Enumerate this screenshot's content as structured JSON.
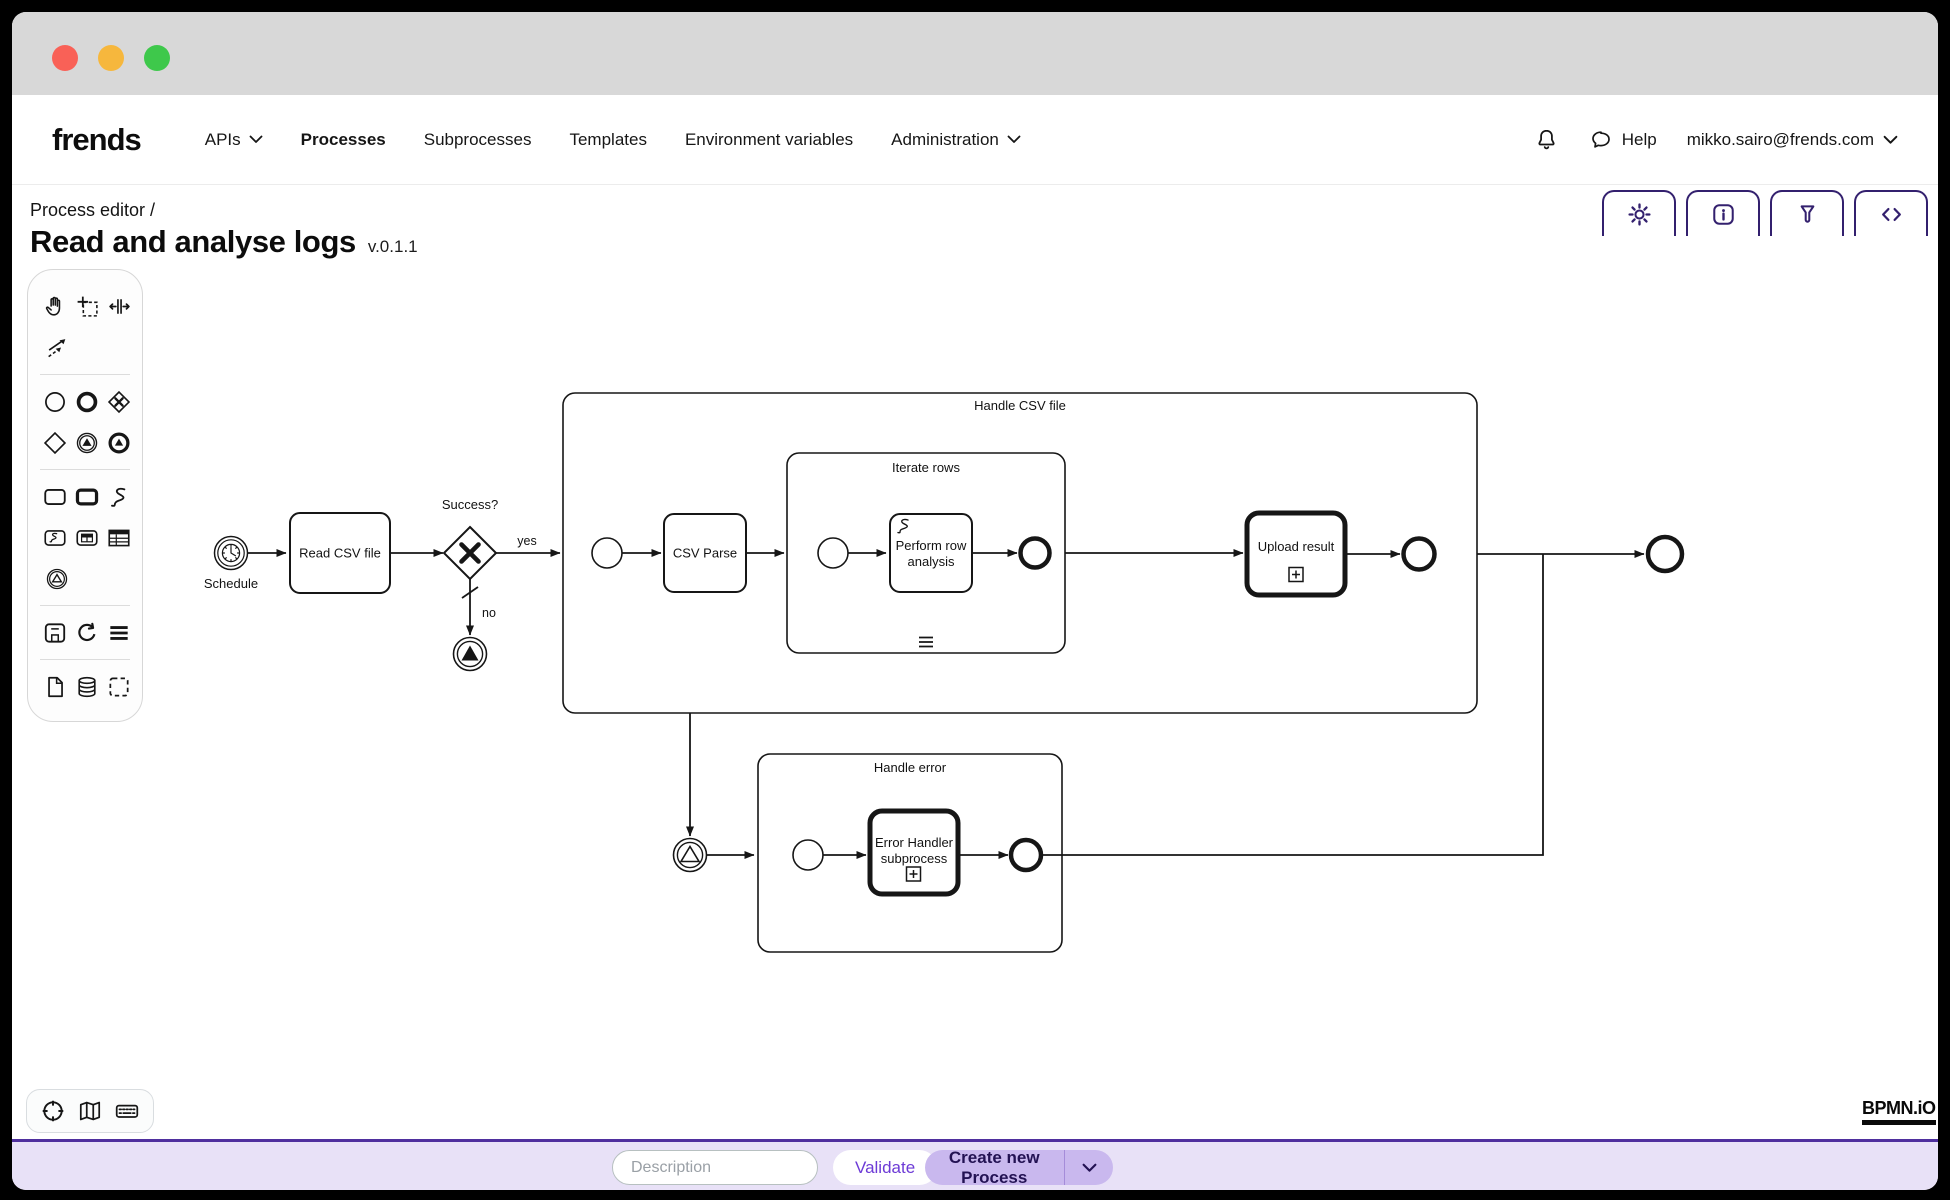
{
  "window": {
    "traffic_lights": [
      "close",
      "minimize",
      "maximize"
    ]
  },
  "nav": {
    "brand": "frends",
    "items": [
      {
        "label": "APIs",
        "has_dropdown": true,
        "active": false
      },
      {
        "label": "Processes",
        "has_dropdown": false,
        "active": true
      },
      {
        "label": "Subprocesses",
        "has_dropdown": false,
        "active": false
      },
      {
        "label": "Templates",
        "has_dropdown": false,
        "active": false
      },
      {
        "label": "Environment variables",
        "has_dropdown": false,
        "active": false
      },
      {
        "label": "Administration",
        "has_dropdown": true,
        "active": false
      }
    ],
    "help_label": "Help",
    "user_email": "mikko.sairo@frends.com",
    "icons": [
      "bell-icon",
      "chat-bubble-icon",
      "chevron-down-icon"
    ]
  },
  "header": {
    "breadcrumb": "Process editor /",
    "title": "Read and analyse logs",
    "version": "v.0.1.1"
  },
  "editor_tabs": [
    {
      "name": "settings",
      "icon": "gear-icon"
    },
    {
      "name": "info",
      "icon": "info-icon"
    },
    {
      "name": "test",
      "icon": "test-flask-icon"
    },
    {
      "name": "code",
      "icon": "code-icon"
    }
  ],
  "palette": {
    "groups": [
      {
        "icons": [
          "hand-tool-icon",
          "lasso-tool-icon",
          "space-tool-icon",
          "connect-tool-icon"
        ]
      },
      {
        "icons": [
          "start-event-icon",
          "end-event-icon",
          "exclusive-gateway-icon",
          "gateway-icon",
          "signal-throw-event-icon",
          "signal-end-event-icon"
        ]
      },
      {
        "icons": [
          "task-icon",
          "call-activity-icon",
          "script-icon",
          "script-task-icon",
          "decision-table-icon",
          "table-icon",
          "signal-catch-event-icon"
        ]
      },
      {
        "icons": [
          "save-icon",
          "undo-icon",
          "menu-icon"
        ]
      },
      {
        "icons": [
          "file-icon",
          "database-icon",
          "select-area-icon"
        ]
      }
    ]
  },
  "diagram": {
    "start_event_label": "Schedule",
    "task_read_csv": "Read CSV file",
    "gateway_label": "Success?",
    "flow_yes": "yes",
    "flow_no": "no",
    "subprocess_handle_csv": "Handle CSV file",
    "task_csv_parse": "CSV Parse",
    "subprocess_iterate_rows": "Iterate rows",
    "task_perform_row_lines": [
      "Perform row",
      "analysis"
    ],
    "task_upload_result": "Upload result",
    "subprocess_handle_error": "Handle error",
    "task_error_handler_lines": [
      "Error Handler",
      "subprocess"
    ]
  },
  "footer": {
    "description_placeholder": "Description",
    "validate_label": "Validate",
    "create_label": "Create new Process",
    "left_icons": [
      "target-icon",
      "map-icon",
      "keyboard-icon"
    ],
    "bpmn_logo": "BPMN.iO"
  },
  "colors": {
    "accent_dark": "#33206e",
    "accent_purple": "#6d3bd6",
    "footer_bar_bg": "#e8e1f7",
    "footer_bar_border": "#4f2f9e",
    "create_button_bg": "#c9b8ee",
    "create_button_text": "#231253",
    "titlebar_bg": "#d8d8d8",
    "traffic_red": "#f96157",
    "traffic_yellow": "#f6b73d",
    "traffic_green": "#3ec84b",
    "diagram_stroke": "#161616"
  }
}
